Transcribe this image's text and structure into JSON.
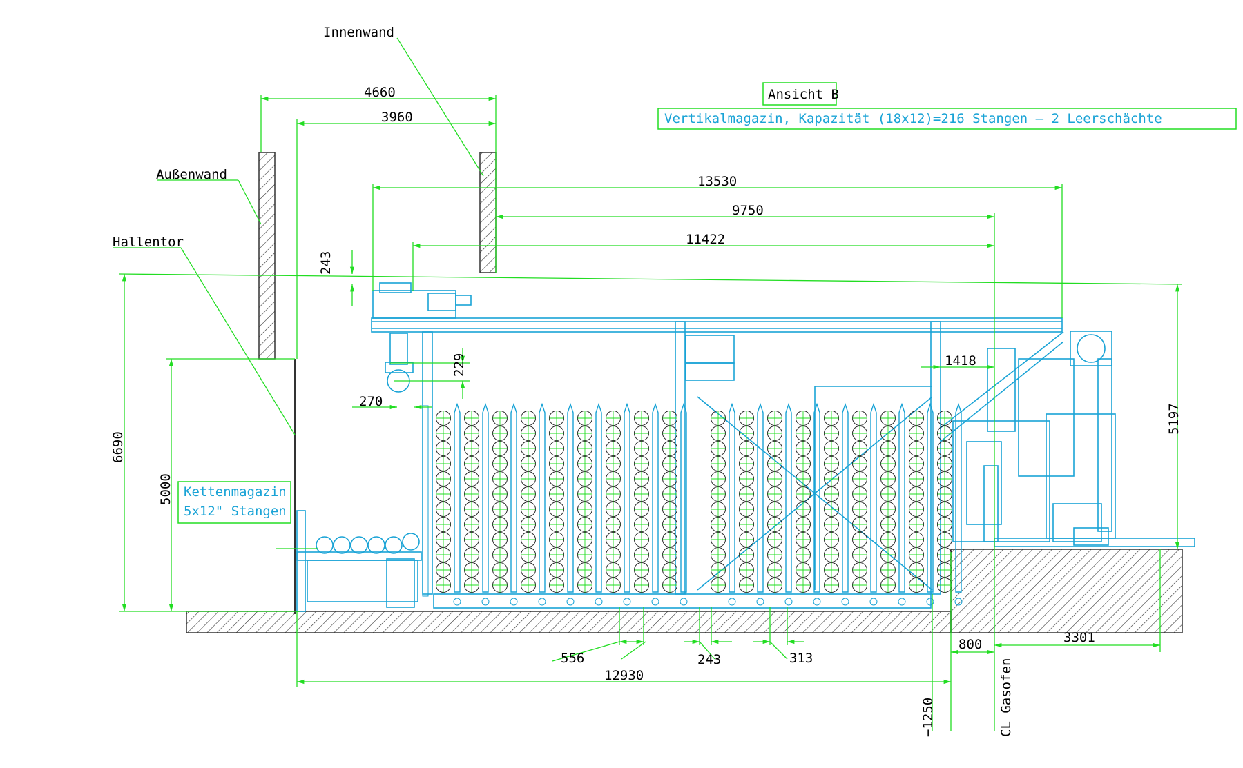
{
  "view": {
    "title": "Ansicht B",
    "subtitle": "Vertikalmagazin, Kapazität (18x12)=216 Stangen – 2 Leerschächte"
  },
  "labels": {
    "innenwand": "Innenwand",
    "aussenwand": "Außenwand",
    "hallentor": "Hallentor",
    "kettenmagazin_1": "Kettenmagazin",
    "kettenmagazin_2": "5x12\" Stangen",
    "cl_gasofen": "CL Gasofen"
  },
  "dimensions": {
    "d4660": "4660",
    "d3960": "3960",
    "d13530": "13530",
    "d9750": "9750",
    "d11422": "11422",
    "d243_top": "243",
    "d229": "229",
    "d1418": "1418",
    "d270": "270",
    "d6690": "6690",
    "d5000": "5000",
    "d5197": "5197",
    "d556": "556",
    "d243_bottom": "243",
    "d313": "313",
    "d800": "800",
    "d3301": "3301",
    "d12930": "12930",
    "dm1250": "−1250"
  },
  "magazine": {
    "columns": 18,
    "rows": 12,
    "empty_shafts": 2
  },
  "colors": {
    "dimension": "#22dd22",
    "machine": "#19a3d6",
    "hatch": "#333333"
  }
}
